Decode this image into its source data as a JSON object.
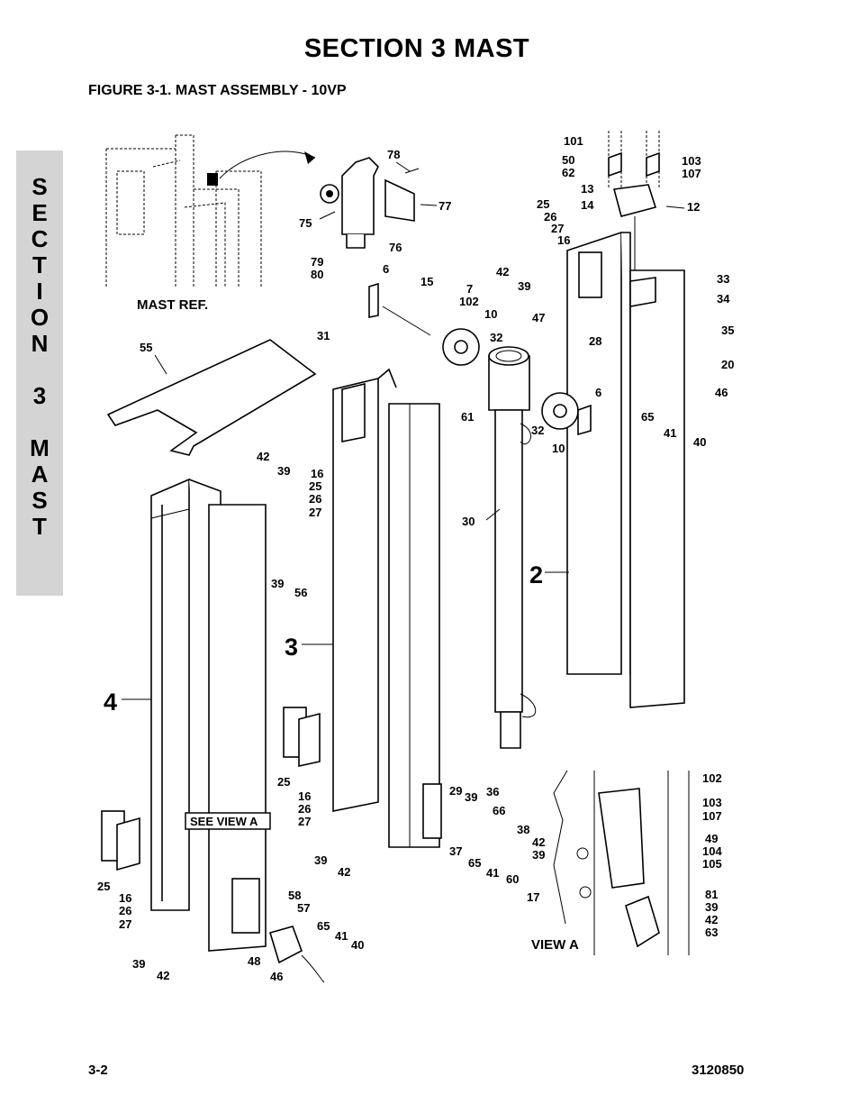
{
  "header": {
    "section_title": "SECTION 3   MAST",
    "figure_title": "FIGURE 3-1.    MAST ASSEMBLY - 10VP"
  },
  "side_tab": {
    "letters": [
      "S",
      "E",
      "C",
      "T",
      "I",
      "O",
      "N",
      "",
      "3",
      "",
      "M",
      "A",
      "S",
      "T"
    ]
  },
  "drawing": {
    "mast_ref_label": "MAST REF.",
    "see_view_label": "SEE VIEW A",
    "view_label": "VIEW A",
    "section_numbers": [
      "2",
      "3",
      "4"
    ],
    "callouts": [
      "78",
      "77",
      "75",
      "76",
      "79",
      "80",
      "6",
      "15",
      "7",
      "102",
      "10",
      "32",
      "31",
      "55",
      "42",
      "39",
      "16",
      "25",
      "26",
      "27",
      "61",
      "30",
      "101",
      "50",
      "62",
      "13",
      "14",
      "103",
      "107",
      "12",
      "25",
      "26",
      "27",
      "16",
      "42",
      "39",
      "33",
      "34",
      "35",
      "20",
      "46",
      "47",
      "28",
      "6",
      "65",
      "41",
      "40",
      "32",
      "10",
      "39",
      "56",
      "25",
      "16",
      "26",
      "27",
      "29",
      "39",
      "36",
      "66",
      "38",
      "42",
      "39",
      "37",
      "65",
      "41",
      "60",
      "39",
      "42",
      "25",
      "16",
      "26",
      "27",
      "39",
      "42",
      "58",
      "57",
      "65",
      "41",
      "40",
      "48",
      "46",
      "102",
      "103",
      "107",
      "49",
      "104",
      "105",
      "17",
      "81",
      "39",
      "42",
      "63"
    ]
  },
  "footer": {
    "page_number": "3-2",
    "document_number": "3120850"
  }
}
